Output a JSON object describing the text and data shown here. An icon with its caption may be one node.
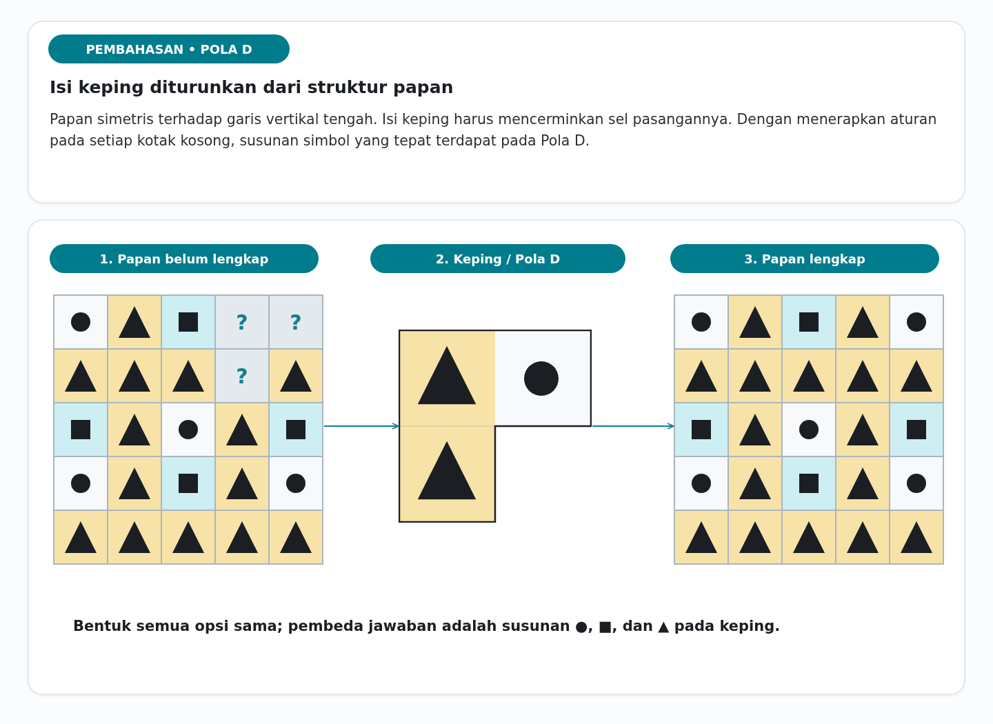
{
  "diagram": {
    "nodes": [
      {
        "text": [
          "Isi keping diturunkan dari struktur papan",
          "Papan simetris terhadap garis vertikal tengah. Isi keping harus mencerminkan sel pasangannya. Dengan menerapkan aturan pada setiap kotak kosong, susunan simbol yang tepat terdapat pada Pola D."
        ]
      },
      {
        "text": [
          "PEMBAHASAN • POLA D"
        ],
        "in": 0
      },
      {
        "text": [
          "Bentuk semua opsi sama; pembeda jawaban adalah susunan ●, ■, dan ▲ pada keping."
        ]
      },
      {
        "text": [
          "1. Papan belum lengkap"
        ],
        "in": 2
      },
      {
        "text": [],
        "shape": "box",
        "in": 2
      },
      {
        "text": [
          "2. Keping / Pola D"
        ],
        "in": 2
      },
      {
        "text": [],
        "shape": "box",
        "in": 2
      },
      {
        "text": [
          "3. Papan lengkap"
        ],
        "in": 2
      },
      {
        "text": [],
        "shape": "box",
        "in": 2
      }
    ],
    "edges": [
      {
        "from": 4,
        "to": 6,
        "arrow": "to"
      },
      {
        "from": 6,
        "to": 8,
        "arrow": "to"
      }
    ],
    "labels": [
      "?",
      "?",
      "?"
    ]
  }
}
